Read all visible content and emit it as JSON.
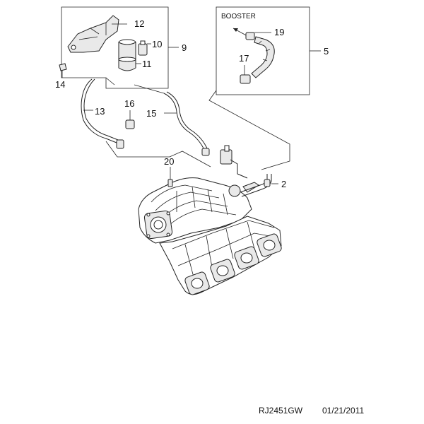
{
  "callouts": {
    "c2": "2",
    "c5": "5",
    "c9": "9",
    "c10": "10",
    "c11": "11",
    "c12": "12",
    "c13": "13",
    "c14": "14",
    "c15": "15",
    "c16": "16",
    "c17": "17",
    "c19": "19",
    "c20": "20"
  },
  "booster_box": {
    "label": "BOOSTER"
  },
  "footer": {
    "code": "RJ2451GW",
    "date": "01/21/2011"
  }
}
